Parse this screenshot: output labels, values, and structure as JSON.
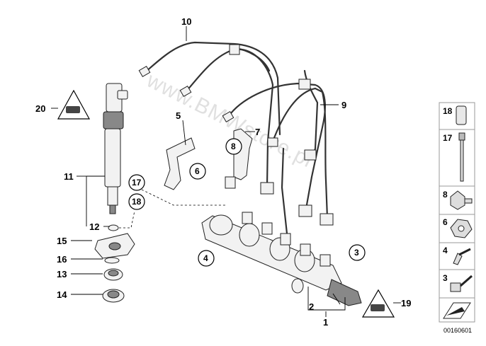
{
  "diagram": {
    "watermark": "www.BMWstore.pl",
    "part_number": "00160601",
    "callouts": {
      "c1": "1",
      "c2": "2",
      "c3": "3",
      "c4": "4",
      "c5": "5",
      "c6": "6",
      "c7": "7",
      "c8": "8",
      "c9": "9",
      "c10": "10",
      "c11": "11",
      "c12": "12",
      "c13": "13",
      "c14": "14",
      "c15": "15",
      "c16": "16",
      "c17": "17",
      "c18": "18",
      "c19": "19",
      "c20": "20"
    },
    "legend": [
      "18",
      "17",
      "8",
      "6",
      "4",
      "3"
    ]
  }
}
